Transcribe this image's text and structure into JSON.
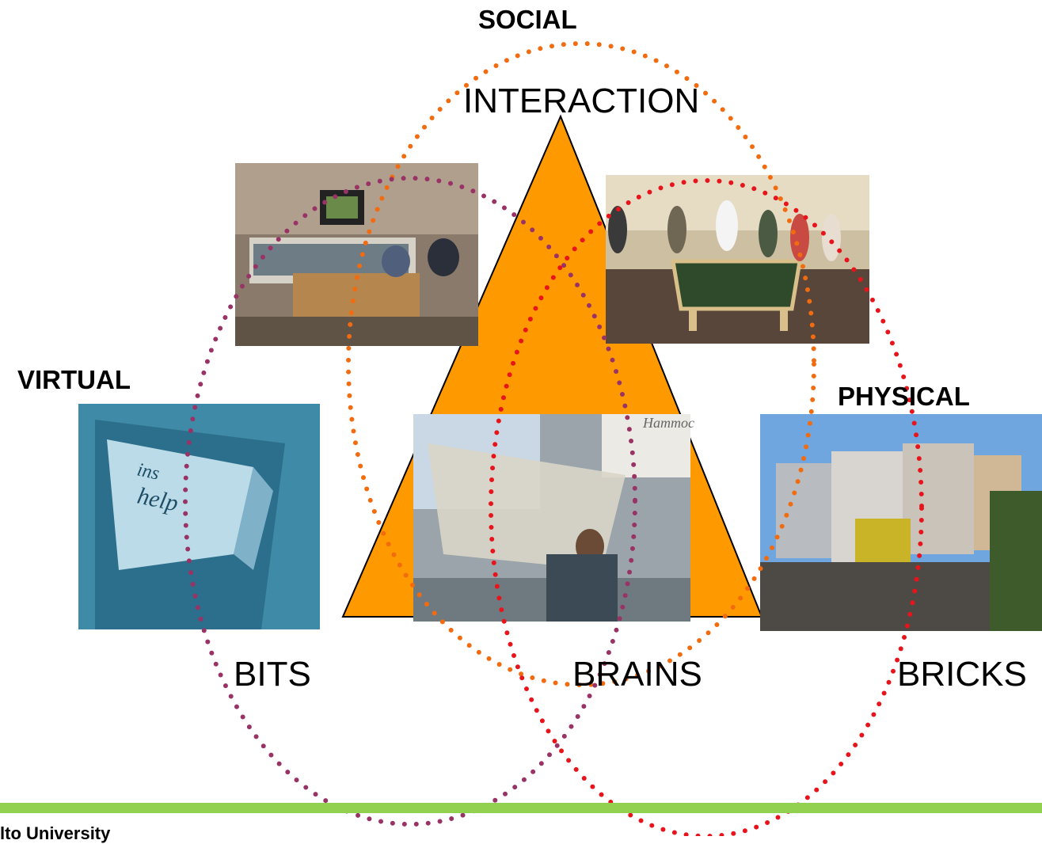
{
  "labels": {
    "social": "SOCIAL",
    "interaction": "INTERACTION",
    "virtual": "VIRTUAL",
    "physical": "PHYSICAL",
    "bits": "BITS",
    "brains": "BRAINS",
    "bricks": "BRICKS"
  },
  "footer": {
    "text": "lto University"
  },
  "colors": {
    "triangle": "#FF9900",
    "social_circle": "#F26B0F",
    "virtual_circle": "#993366",
    "physical_circle": "#E8141C",
    "footer_bar": "#92D050"
  },
  "photos": {
    "video_conference": "photo-video-conference",
    "pool_table_party": "photo-pool-table",
    "keyboard_help_key": "photo-keyboard-help",
    "hammock_office": "photo-hammock",
    "modern_building": "photo-building"
  },
  "keyboard_key_text": {
    "top": "ins",
    "bottom": "help"
  },
  "whiteboard_text": "Hammoc"
}
